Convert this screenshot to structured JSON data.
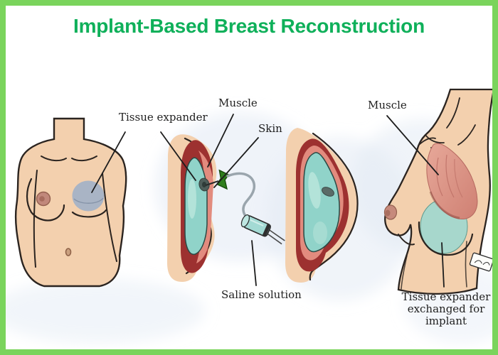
{
  "title": "Implant-Based Breast Reconstruction",
  "labels": {
    "tissue_expander": "Tissue expander",
    "muscle_left": "Muscle",
    "skin": "Skin",
    "saline_solution": "Saline solution",
    "muscle_right": "Muscle",
    "implant_exchange": "Tissue expander exchanged for implant"
  },
  "colors": {
    "frame_border": "#7ad45c",
    "title_text": "#0fb05a",
    "label_text": "#1f1f1f",
    "skin": "#f3d0ae",
    "outline": "#2b2420",
    "chest_pocket_red": "#9d3130",
    "muscle_pink": "#e28b7e",
    "expander_teal": "#90d3c9",
    "unfilled_expander_gray": "#a9b4c5",
    "injection_port_green": "#2f7e1d",
    "tube_gray": "#9aa5ad",
    "background_tint": "#e1e9f4"
  }
}
